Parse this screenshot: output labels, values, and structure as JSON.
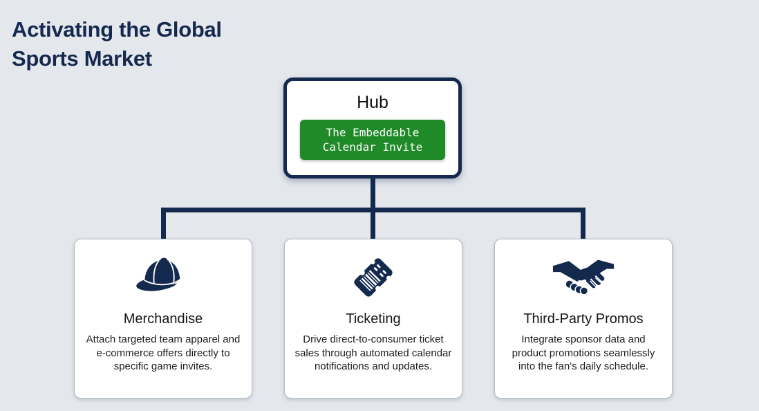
{
  "title": {
    "line1": "Activating the Global",
    "line2": "Sports Market"
  },
  "hub": {
    "title": "Hub",
    "badge_line1": "The Embeddable",
    "badge_line2": "Calendar Invite"
  },
  "cards": [
    {
      "id": "merchandise",
      "icon": "baseball-cap-icon",
      "title": "Merchandise",
      "description": "Attach targeted team apparel and e-commerce offers directly to specific game invites."
    },
    {
      "id": "ticketing",
      "icon": "ticket-icon",
      "title": "Ticketing",
      "description": "Drive direct-to-consumer ticket sales through automated calendar notifications and updates."
    },
    {
      "id": "third-party-promos",
      "icon": "handshake-icon",
      "title": "Third-Party Promos",
      "description": "Integrate sponsor data and product promotions seamlessly into the fan's daily schedule."
    }
  ],
  "colors": {
    "background": "#e4e8ed",
    "navy": "#14294e",
    "green": "#1f8a28",
    "card_border": "#b3bac3",
    "text_dark": "#1c1c1c",
    "badge_text": "#ffffff"
  }
}
